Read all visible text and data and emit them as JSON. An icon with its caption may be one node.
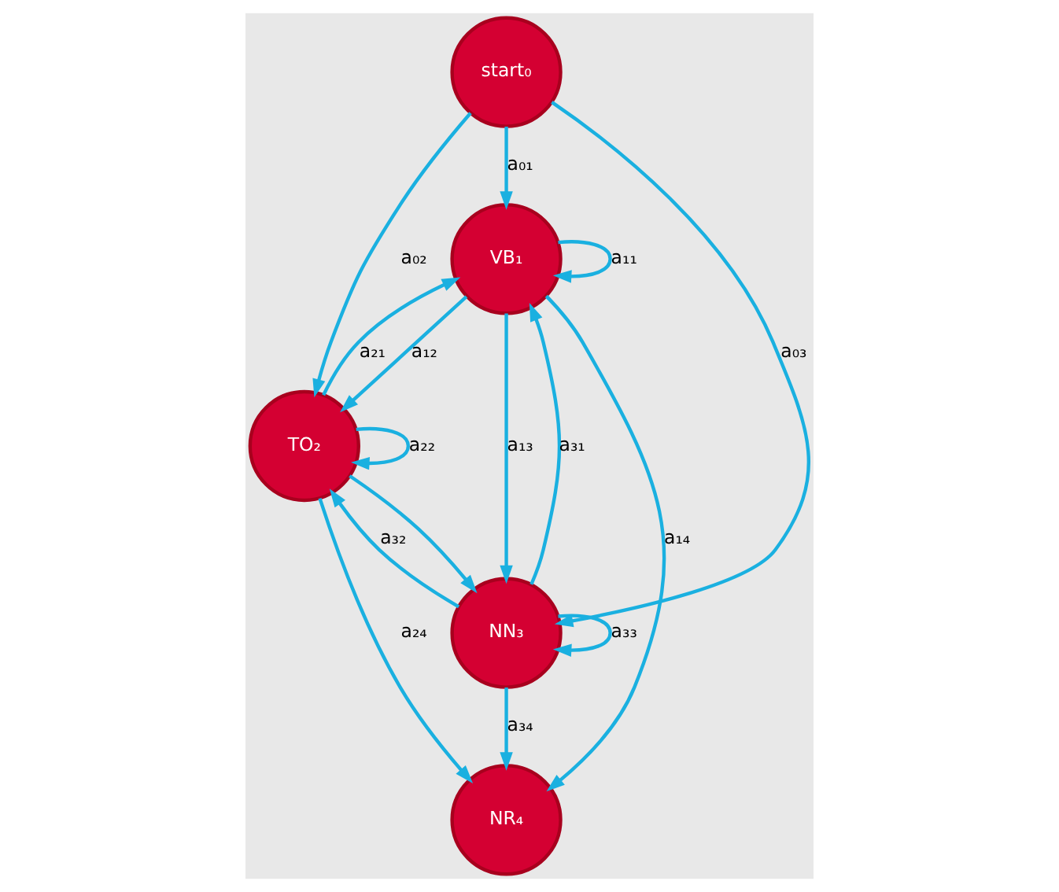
{
  "diagram": {
    "nodes": [
      {
        "text": [
          "start₀"
        ]
      },
      {
        "text": [
          "VB₁"
        ]
      },
      {
        "text": [
          "TO₂"
        ]
      },
      {
        "text": [
          "NN₃"
        ]
      },
      {
        "text": [
          "NR₄"
        ]
      }
    ],
    "edges": [
      {
        "from": 0,
        "to": 2,
        "arrow": "to",
        "label": "a₀₂"
      },
      {
        "from": 0,
        "to": 1,
        "arrow": "to",
        "label": "a₀₁"
      },
      {
        "from": 0,
        "to": 3,
        "arrow": "to",
        "label": "a₀₃"
      },
      {
        "from": 2,
        "to": 2,
        "arrow": "to",
        "label": "a₂₂"
      },
      {
        "from": 2,
        "to": 4,
        "arrow": "to",
        "label": "a₂₄"
      },
      {
        "from": 2,
        "to": 1,
        "arrow": "to",
        "label": "a₂₁"
      },
      {
        "from": 2,
        "to": 3,
        "arrow": "to"
      },
      {
        "from": 1,
        "to": 1,
        "arrow": "to",
        "label": "a₁₁"
      },
      {
        "from": 1,
        "to": 2,
        "arrow": "to",
        "label": "a₁₂"
      },
      {
        "from": 3,
        "to": 2,
        "arrow": "to",
        "label": "a₃₂"
      },
      {
        "from": 3,
        "to": 3,
        "arrow": "to",
        "label": "a₃₃"
      },
      {
        "from": 3,
        "to": 1,
        "arrow": "to",
        "label": "a₃₁"
      },
      {
        "from": 3,
        "to": 4,
        "arrow": "to",
        "label": "a₃₄"
      },
      {
        "from": 1,
        "to": 3,
        "arrow": "to",
        "label": "a₁₃"
      },
      {
        "from": 1,
        "to": 4,
        "arrow": "to",
        "label": "a₁₄"
      }
    ]
  }
}
